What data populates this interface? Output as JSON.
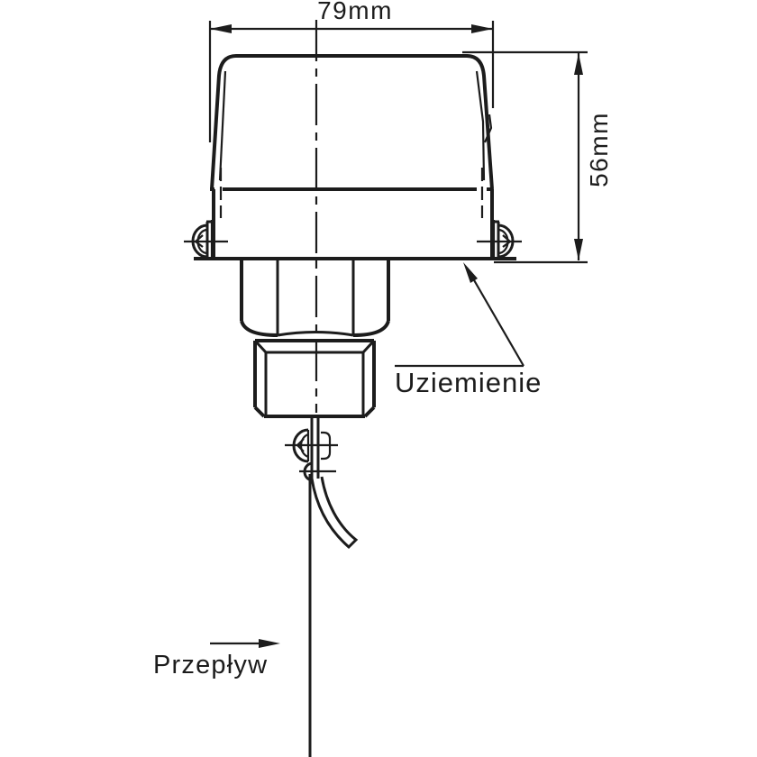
{
  "diagram": {
    "type": "technical-drawing-flow-switch-side-view",
    "dimensions": {
      "width_label": "79mm",
      "height_label": "56mm"
    },
    "callouts": {
      "grounding_label": "Uziemienie",
      "flow_label": "Przepływ"
    },
    "colors": {
      "line": "#1c1c1c",
      "background": "#ffffff"
    }
  }
}
